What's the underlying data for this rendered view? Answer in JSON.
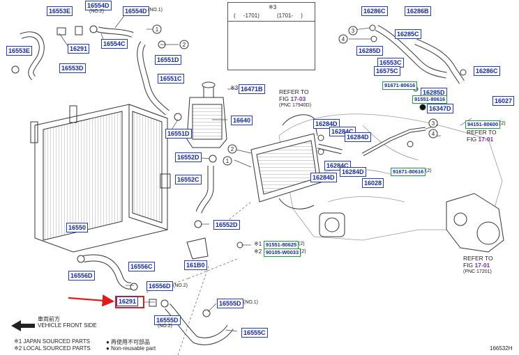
{
  "parts": {
    "p16553E_top": "16553E",
    "p16554D_tl": "16554D",
    "p16554D_tl_note": "(NO.2)",
    "p16554D_top": "16554D",
    "p16554D_top_note": "(NO.1)",
    "p16291_top": "16291",
    "p16554C": "16554C",
    "p16553E_mid": "16553E",
    "p16553D": "16553D",
    "p16551D_top": "16551D",
    "p16551C": "16551C",
    "p16551D_mid": "16551D",
    "p16471B": "16471B",
    "p16640": "16640",
    "p16552D_top": "16552D",
    "p16552C": "16552C",
    "p16552D_bot": "16552D",
    "p16550": "16550",
    "p161B0": "161B0",
    "p16556C": "16556C",
    "p16556D_l": "16556D",
    "p16556D_r": "16556D",
    "p16556D_r_note": "(NO.2)",
    "p16291_hl": "16291",
    "p16555D_l": "16555D",
    "p16555D_l_note": "(NO.2)",
    "p16555D_r": "16555D",
    "p16555D_r_note": "(NO.1)",
    "p16555C": "16555C",
    "p16286C_top": "16286C",
    "p16286B": "16286B",
    "p16285C": "16285C",
    "p16285D_top": "16285D",
    "p16553C": "16553C",
    "p16575C": "16575C",
    "p16286C_r": "16286C",
    "p16285D_mid": "16285D",
    "p16027": "16027",
    "p16347D": "16347D",
    "p16284D_a": "16284D",
    "p16284C_a": "16284C",
    "p16284D_b": "16284D",
    "p16284C_b": "16284C",
    "p16284D_c": "16284D",
    "p16284D_d": "16284D",
    "p16028": "16028"
  },
  "green_parts": {
    "g91671_a": "91671-80616",
    "g91551_a": "91551-80616",
    "g94151": "94151-80600",
    "g94151_qty": "(2)",
    "g91671_b": "91671-80616",
    "g91671_b_qty": "(2)",
    "g91551_b": "91551-80625",
    "g91551_b_qty": "(2)",
    "g90105": "90105-W0033",
    "g90105_qty": "(2)"
  },
  "references": {
    "ref_top_line1": "REFER TO",
    "ref_top_fig_prefix": "FIG ",
    "ref_top_fig": "17-03",
    "ref_top_pnc": "(PNC 17940D)",
    "ref_mid_line1": "REFER TO",
    "ref_mid_fig_prefix": "FIG ",
    "ref_mid_fig": "17-01",
    "ref_bot_line1": "REFER TO",
    "ref_bot_fig_prefix": "FIG ",
    "ref_bot_fig": "17-01",
    "ref_bot_pnc": "(PNC 17201)"
  },
  "inset": {
    "marker": "※3",
    "left_label": "(     -1701)",
    "right_label": "(1701-     )"
  },
  "marks": {
    "star3_16471B": "※3",
    "star1": "※1",
    "star2": "※2",
    "dot": "●"
  },
  "legend": {
    "front_jp": "車両前方",
    "front_en": "VEHICLE FRONT SIDE",
    "japan_sourced": "※1 JAPAN SOURCED PARTS",
    "local_sourced": "※2 LOCAL SOURCED PARTS",
    "nonreuse_jp": "● 再使用不可部品",
    "nonreuse_en": "● Non-reusable part"
  },
  "diagram_id": "166532H",
  "callouts": [
    "1",
    "2",
    "3",
    "4"
  ]
}
